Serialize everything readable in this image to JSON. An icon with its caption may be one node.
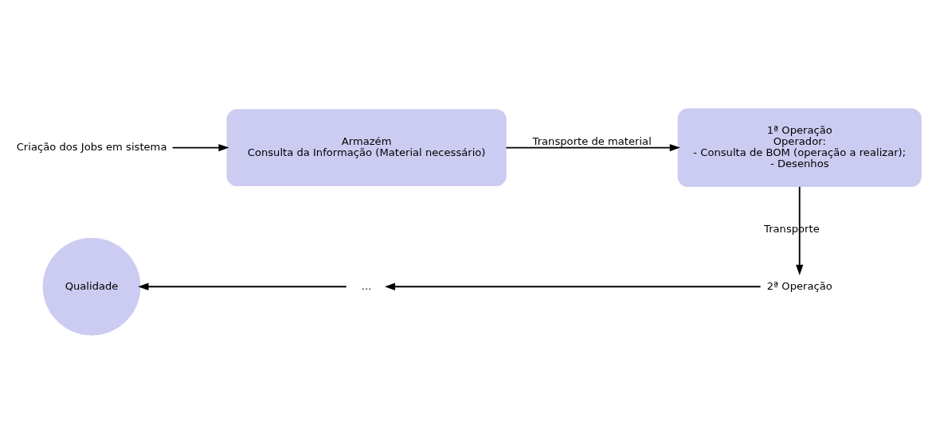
{
  "diagram": {
    "nodes": [
      {
        "text": [
          "Criação dos Jobs em sistema"
        ]
      },
      {
        "text": [
          "Armazém",
          "Consulta da Informação (Material necessário)"
        ]
      },
      {
        "text": [
          "1ª Operação",
          "Operador:",
          "- Consulta de BOM (operação a realizar);",
          "- Desenhos"
        ]
      },
      {
        "text": [
          "2ª Operação"
        ]
      },
      {
        "text": [
          "..."
        ]
      },
      {
        "text": [
          "Qualidade"
        ]
      }
    ],
    "edges": [
      {
        "from": 0,
        "to": 1,
        "arrow": "to"
      },
      {
        "from": 1,
        "to": 2,
        "arrow": "to",
        "label": "Transporte de material"
      },
      {
        "from": 2,
        "to": 3,
        "arrow": "to",
        "label": "Transporte"
      },
      {
        "from": 3,
        "to": 4,
        "arrow": "to"
      },
      {
        "from": 4,
        "to": 5,
        "arrow": "to"
      }
    ]
  }
}
